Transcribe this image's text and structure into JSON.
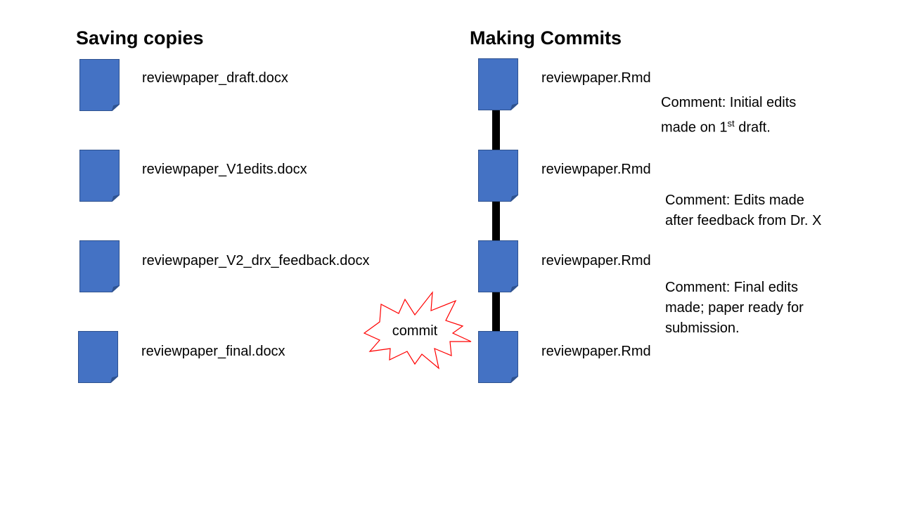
{
  "colors": {
    "doc_fill": "#4472C4",
    "doc_stroke": "#2F528F",
    "burst_stroke": "#FF0000",
    "connector": "#000000"
  },
  "left_column": {
    "heading": "Saving copies",
    "files": [
      {
        "label": "reviewpaper_draft.docx",
        "icon": "document-icon"
      },
      {
        "label": "reviewpaper_V1edits.docx",
        "icon": "document-icon"
      },
      {
        "label": "reviewpaper_V2_drx_feedback.docx",
        "icon": "document-icon"
      },
      {
        "label": "reviewpaper_final.docx",
        "icon": "document-icon"
      }
    ]
  },
  "right_column": {
    "heading": "Making Commits",
    "files": [
      {
        "label": "reviewpaper.Rmd",
        "icon": "document-icon"
      },
      {
        "label": "reviewpaper.Rmd",
        "icon": "document-icon"
      },
      {
        "label": "reviewpaper.Rmd",
        "icon": "document-icon"
      },
      {
        "label": "reviewpaper.Rmd",
        "icon": "document-icon"
      }
    ],
    "comments": [
      {
        "line1": "Comment: Initial edits",
        "line2_prefix": "made on 1",
        "line2_sup": "st",
        "line2_suffix": " draft."
      },
      {
        "line1": "Comment: Edits made",
        "line2": "after feedback from Dr. X"
      },
      {
        "line1": "Comment: Final edits",
        "line2": "made; paper ready for",
        "line3": "submission."
      }
    ]
  },
  "burst": {
    "label": "commit",
    "icon": "starburst-icon"
  }
}
